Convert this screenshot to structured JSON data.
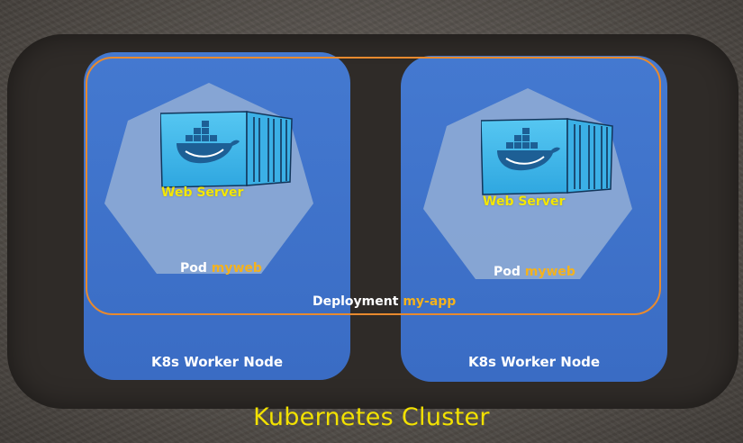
{
  "cluster": {
    "label": "Kubernetes Cluster"
  },
  "deployment": {
    "prefix": "Deployment",
    "name": "my-app"
  },
  "nodes": [
    {
      "label": "K8s Worker Node",
      "pod": {
        "prefix": "Pod",
        "name": "myweb",
        "container_label": "Web Server"
      }
    },
    {
      "label": "K8s Worker Node",
      "pod": {
        "prefix": "Pod",
        "name": "myweb",
        "container_label": "Web Server"
      }
    }
  ],
  "colors": {
    "node_blue": "#3e72c9",
    "pod_fill": "#8aa8d4",
    "deployment_border": "#e88a2e",
    "highlight_orange": "#f5b21c",
    "label_yellow": "#f4e700",
    "cluster_bg": "#2f2b28"
  },
  "icons": {
    "container": "docker-container-icon",
    "pod_shape": "heptagon-pod-shape"
  }
}
